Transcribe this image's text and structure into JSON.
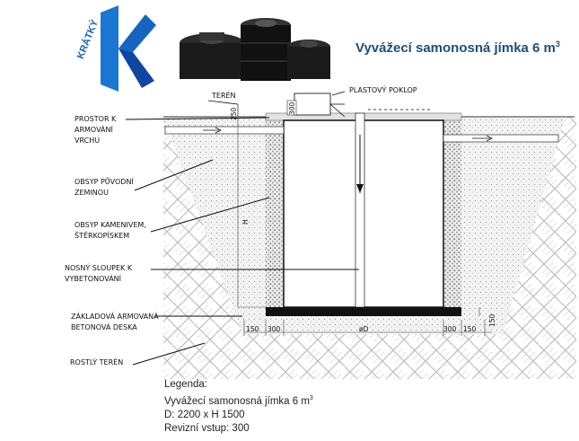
{
  "title": {
    "text": "Vyvážecí samonosná jímka 6 m",
    "sup": "3"
  },
  "brand": {
    "logo_text": "KRÁTKÝ",
    "accent": "#1565c0"
  },
  "labels": {
    "teren": "TERÉN",
    "plastovy_poklop": "PLASTOVÝ POKLOP",
    "prostor": [
      "PROSTOR K",
      "ARMOVÁNÍ",
      "VRCHU"
    ],
    "obsyp_puvodni": [
      "OBSYP PŮVODNÍ",
      "ZEMINOU"
    ],
    "obsyp_kamenivem": [
      "OBSYP KAMENIVEM,",
      "ŠTĚRKOPÍSKEM"
    ],
    "nosny_sloupek": [
      "NOSNÝ SLOUPEK K",
      "VYBETONOVÁNÍ"
    ],
    "zakladova": [
      "ZÁKLADOVÁ ARMOVANÁ",
      "BETONOVÁ DESKA"
    ],
    "rostly_teren": "ROSTLÝ TERÉN"
  },
  "dimensions": {
    "d250": "250",
    "d300_top": "300",
    "h": "H",
    "d150_left": "150",
    "d300_left": "300",
    "od": "øD",
    "d300_right": "300",
    "d150_right": "150",
    "d150_side": "150"
  },
  "legend": {
    "heading": "Legenda:",
    "line1": "Vyvážecí samonosná jímka 6 m",
    "line1_sup": "3",
    "line2": "D: 2200 x H 1500",
    "line3": "Revizní vstup: 300"
  }
}
